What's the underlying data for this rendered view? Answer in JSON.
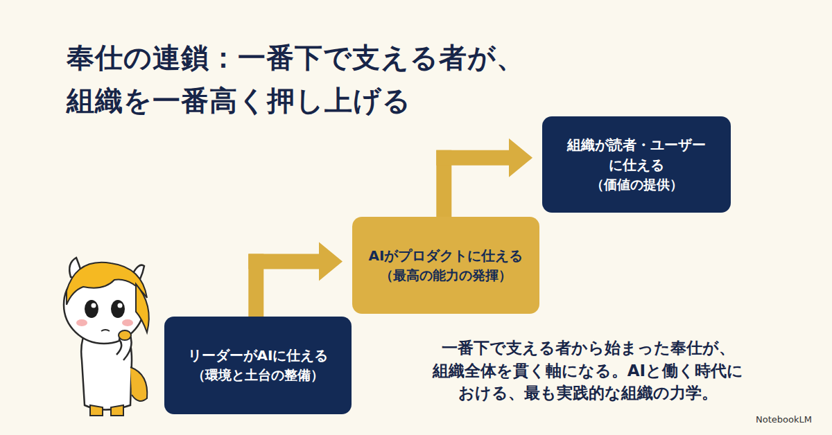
{
  "diagram": {
    "title": "奉仕の連鎖：一番下で支える者が、 組織を一番高く押し上げる",
    "caption": "一番下で支える者から始まった奉仕が、 組織全体を貫く軸になる。AIと働く時代に おける、最も実践的な組織の力学。",
    "nodes": [
      {
        "text": [
          "リーダーがAIに仕える",
          "（環境と土台の整備）"
        ]
      },
      {
        "text": [
          "AIがプロダクトに仕える",
          "（最高の能力の発揮）"
        ]
      },
      {
        "text": [
          "組織が読者・ユーザー に仕える",
          "（価値の提供）"
        ]
      }
    ],
    "edges": [
      {
        "from": 0,
        "to": 1,
        "arrow": "to"
      },
      {
        "from": 1,
        "to": 2,
        "arrow": "to"
      }
    ],
    "labels": [
      "NotebookLM"
    ]
  }
}
